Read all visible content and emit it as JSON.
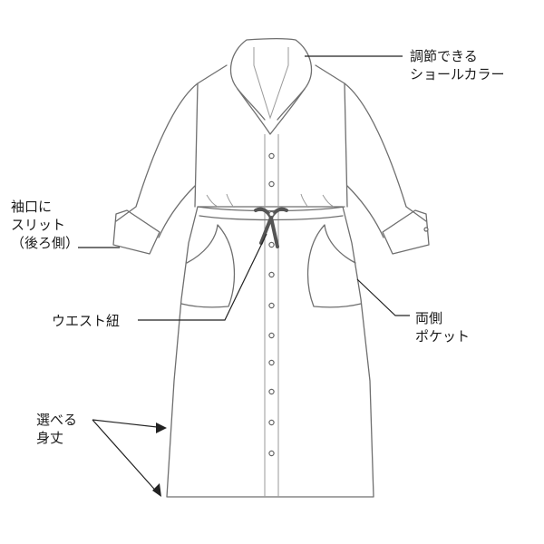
{
  "callouts": {
    "collar": {
      "line1": "調節できる",
      "line2": "ショールカラー"
    },
    "cuff": {
      "line1": "袖口に",
      "line2": "スリット",
      "line3": "（後ろ側）"
    },
    "waist": {
      "line1": "ウエスト紐"
    },
    "pockets": {
      "line1": "両側",
      "line2": "ポケット"
    },
    "length": {
      "line1": "選べる",
      "line2": "身丈"
    }
  },
  "colors": {
    "outline": "#6f6f6f",
    "leader": "#222222",
    "tie": "#555555"
  }
}
